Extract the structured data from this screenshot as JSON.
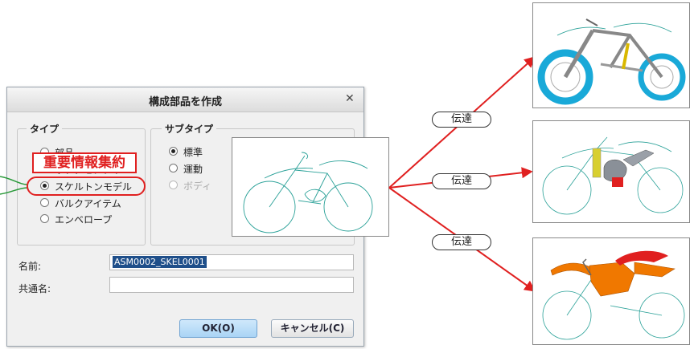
{
  "dialog": {
    "title": "構成部品を作成",
    "type_group": {
      "title": "タイプ",
      "options": [
        "部品",
        "サブアセンブリ",
        "スケルトンモデル",
        "バルクアイテム",
        "エンベロープ"
      ],
      "selected": "スケルトンモデル"
    },
    "subtype_group": {
      "title": "サブタイプ",
      "options": [
        "標準",
        "運動",
        "ボディ"
      ],
      "selected": "標準",
      "disabled": [
        "ボディ"
      ]
    },
    "name_label": "名前:",
    "name_value": "ASM0002_SKEL0001",
    "common_name_label": "共通名:",
    "common_name_value": "",
    "ok_label": "OK(O)",
    "cancel_label": "キャンセル(C)"
  },
  "callout": {
    "text": "重要情報集約",
    "color": "#e02020"
  },
  "transfer_labels": [
    "伝達",
    "伝達",
    "伝達"
  ],
  "colors": {
    "arrow": "#e02020",
    "sketch": "#2aa198",
    "tire": "#19a9d8",
    "body": "#f07800"
  }
}
